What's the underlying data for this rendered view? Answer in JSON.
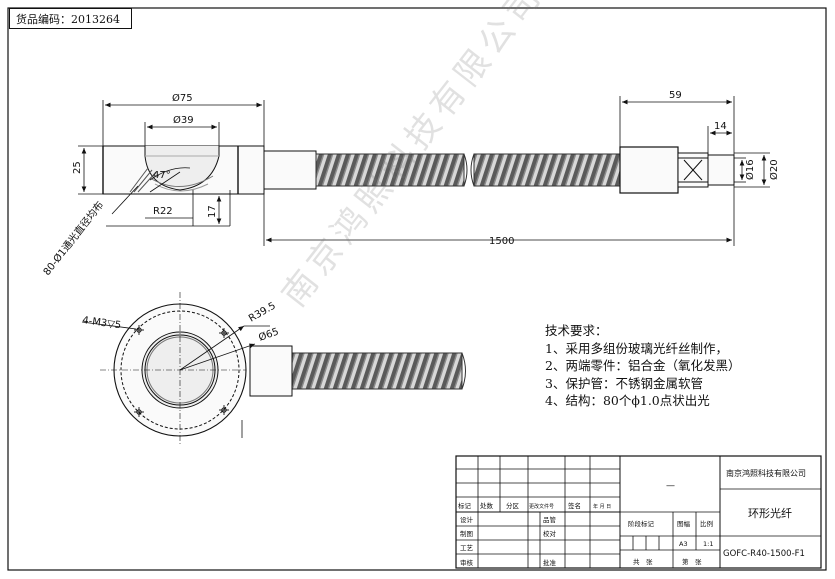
{
  "header": {
    "product_code": "货品编码：2013264"
  },
  "dimensions": {
    "d75": "Ø75",
    "d39": "Ø39",
    "h25": "25",
    "angle47": "47°",
    "r22": "R22",
    "h17": "17",
    "fibers": "80-Ø1通光直径均布",
    "l59": "59",
    "l14": "14",
    "d16": "Ø16",
    "d20": "Ø20",
    "l1500": "1500",
    "m3": "4-M3▽5",
    "r395": "R39.5",
    "d65": "Ø65"
  },
  "notes": {
    "title": "技术要求：",
    "items": [
      "1、采用多组份玻璃光纤丝制作，",
      "2、两端零件：铝合金（氧化发黑）",
      "3、保护管：不锈钢金属软管",
      "4、结构：80个ϕ1.0点状出光"
    ]
  },
  "watermark": "南京鸿照科技有限公司",
  "title_block": {
    "company": "南京鸿照科技有限公司",
    "dash": "—",
    "part_name": "环形光纤",
    "drawing_number": "GOFC-R40-1500-F1",
    "header_labels": [
      "标记",
      "处数",
      "分区",
      "更改文件号",
      "签名",
      "年 月 日"
    ],
    "row_labels": [
      "设计",
      "制图",
      "工艺",
      "审核"
    ],
    "mid_labels": [
      "品管",
      "校对",
      "",
      "批准"
    ],
    "stage_label": "阶段标记",
    "weight_label": "图幅",
    "scale_label": "比例",
    "format": "A3",
    "scale": "1:1",
    "total_sheets": "共　张",
    "sheet_no": "第　张"
  }
}
